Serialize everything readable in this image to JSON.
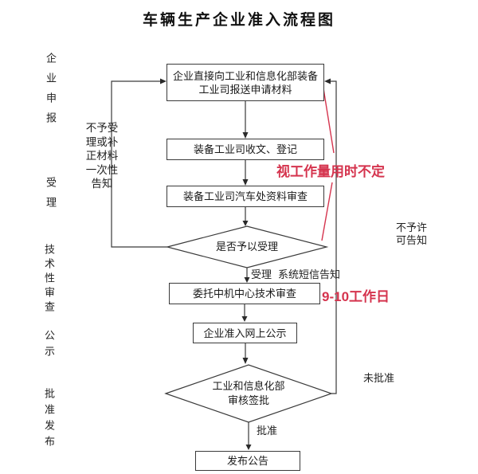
{
  "title": "车辆生产企业准入流程图",
  "colors": {
    "line": "#3a3a3a",
    "accent_red": "#d5344e",
    "box_border": "#3a3a3a",
    "background": "#ffffff"
  },
  "stages": {
    "declare": "企业申报",
    "accept": "受理",
    "technical": "技术性审查",
    "publicity": "公示",
    "release": "批准发布"
  },
  "nodes": {
    "submit": "企业直接向工业和信息化部装备工业司报送申请材料",
    "receive": "装备工业司收文、登记",
    "material_review": "装备工业司汽车处资料审查",
    "accept_decision": "是否予以受理",
    "technical_review": "委托中机中心技术审查",
    "online_publicity": "企业准入网上公示",
    "approve_decision": "工业和信息化部\n审核签批",
    "announce": "发布公告"
  },
  "edge_labels": {
    "reject_notice": "不予受\n理或补\n正材料\n一次性\n告知",
    "accept": "受理",
    "sms_notice": "系统短信告知",
    "no_permit_notice": "不予许\n可告知",
    "not_approved": "未批准",
    "approved": "批准"
  },
  "annotations": {
    "workload_time": "视工作量用时不定",
    "technical_duration": "9-10工作日"
  }
}
